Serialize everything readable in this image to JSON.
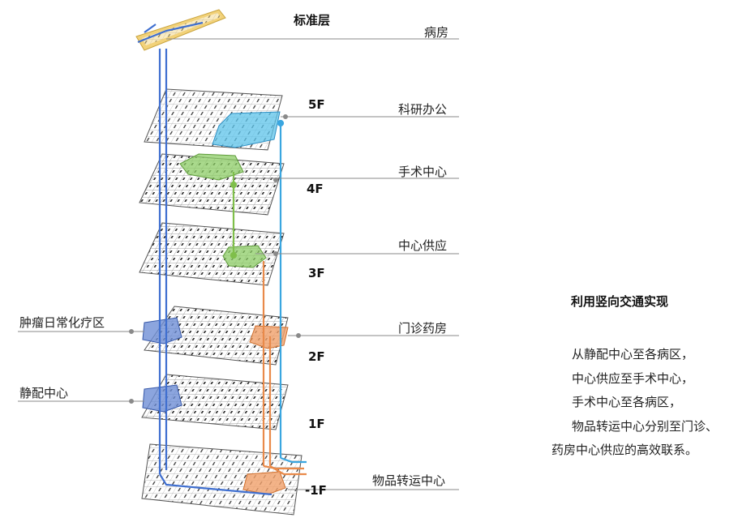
{
  "title": "标准层",
  "floors": [
    "5F",
    "4F",
    "3F",
    "2F",
    "1F",
    "-1F"
  ],
  "right_labels": [
    "病房",
    "科研办公",
    "手术中心",
    "中心供应",
    "门诊药房",
    "物品转运中心"
  ],
  "left_labels": [
    "肿瘤日常化疗区",
    "静配中心"
  ],
  "side_title": "利用竖向交通实现",
  "side_lines": [
    "从静配中心至各病区，",
    "中心供应至手术中心，",
    "手术中心至各病区，",
    "物品转运中心分别至门诊、",
    "药房中心供应的高效联系。"
  ],
  "colors": {
    "blue_route": "#3f6fd0",
    "cyan_route": "#3aa6e0",
    "green_route": "#7fbf4a",
    "orange_route": "#e98a4a",
    "highlight_cyan": "#5cc3ea",
    "highlight_green": "#8ccc66",
    "highlight_blue": "#6f8fd6",
    "highlight_orange": "#f0a06a",
    "highlight_yellow": "#f2d27a",
    "leader_line": "#8a8a8a"
  }
}
